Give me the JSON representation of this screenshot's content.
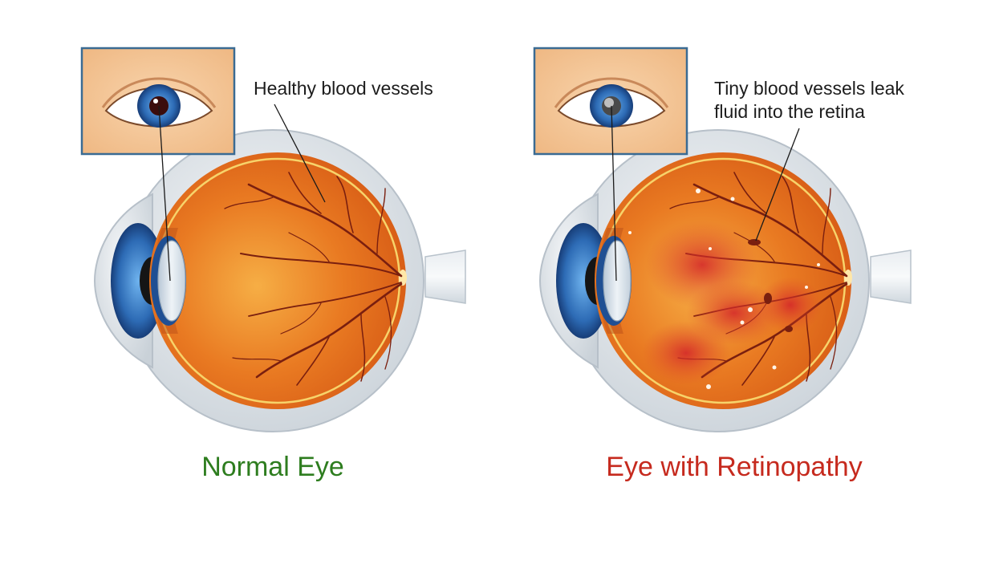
{
  "panels": {
    "normal": {
      "caption": "Normal Eye",
      "caption_color": "#2e7d1f",
      "callout": [
        "Healthy blood vessels"
      ]
    },
    "retinopathy": {
      "caption": "Eye with Retinopathy",
      "caption_color": "#c62a1e",
      "callout": [
        "Tiny blood vessels leak",
        "fluid into the retina"
      ]
    }
  },
  "colors": {
    "retina": "#e36b1b",
    "retina_center": "#f4a640",
    "vessel": "#7a1f0f",
    "sclera": "#dfe5ea",
    "iris": "#2f6fb8",
    "skin": "#f5c79a",
    "leak": "#d8322a"
  }
}
